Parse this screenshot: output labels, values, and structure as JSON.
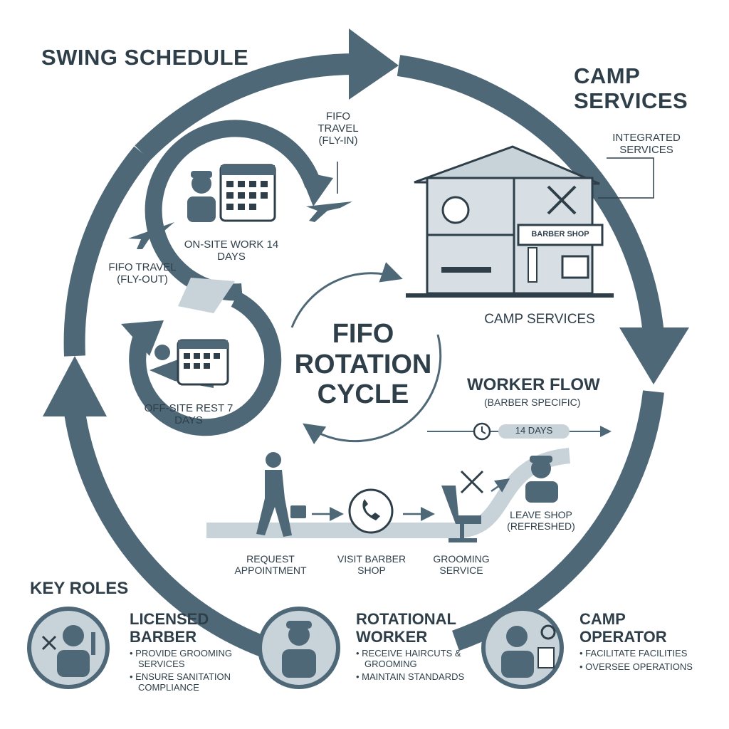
{
  "headers": {
    "swing_schedule": "SWING SCHEDULE",
    "camp_services": "CAMP SERVICES"
  },
  "swing": {
    "onsite": "ON-SITE WORK 14 DAYS",
    "offsite": "OFF-SITE REST 7 DAYS",
    "fly_in": "FIFO TRAVEL (FLY-IN)",
    "fly_out": "FIFO TRAVEL (FLY-OUT)"
  },
  "camp": {
    "integrated": "INTEGRATED SERVICES",
    "barber_sign": "BARBER SHOP",
    "label": "CAMP SERVICES"
  },
  "center": {
    "line1": "FIFO",
    "line2": "ROTATION",
    "line3": "CYCLE"
  },
  "worker_flow": {
    "title": "WORKER FLOW",
    "subtitle": "(BARBER SPECIFIC)",
    "duration": "14 DAYS",
    "steps": [
      "REQUEST APPOINTMENT",
      "VISIT BARBER SHOP",
      "GROOMING SERVICE",
      "LEAVE SHOP (REFRESHED)"
    ]
  },
  "key_roles": {
    "title": "KEY ROLES",
    "roles": [
      {
        "title": "LICENSED BARBER",
        "bullets": [
          "PROVIDE GROOMING SERVICES",
          "ENSURE SANITATION COMPLIANCE"
        ]
      },
      {
        "title": "ROTATIONAL WORKER",
        "bullets": [
          "RECEIVE HAIRCUTS & GROOMING",
          "MAINTAIN STANDARDS"
        ]
      },
      {
        "title": "CAMP OPERATOR",
        "bullets": [
          "FACILITATE FACILITIES",
          "OVERSEE OPERATIONS"
        ]
      }
    ]
  },
  "icons": [
    "worker-icon",
    "calendar-icon",
    "airplane-icon",
    "relaxing-person-icon",
    "building-icon",
    "clock-icon",
    "walking-worker-icon",
    "phone-icon",
    "barber-chair-icon",
    "scissors-icon",
    "barber-icon",
    "operator-icon"
  ],
  "colors": {
    "primary": "#4e6878",
    "light": "#c8d2d9",
    "ink": "#2f3f4a"
  }
}
